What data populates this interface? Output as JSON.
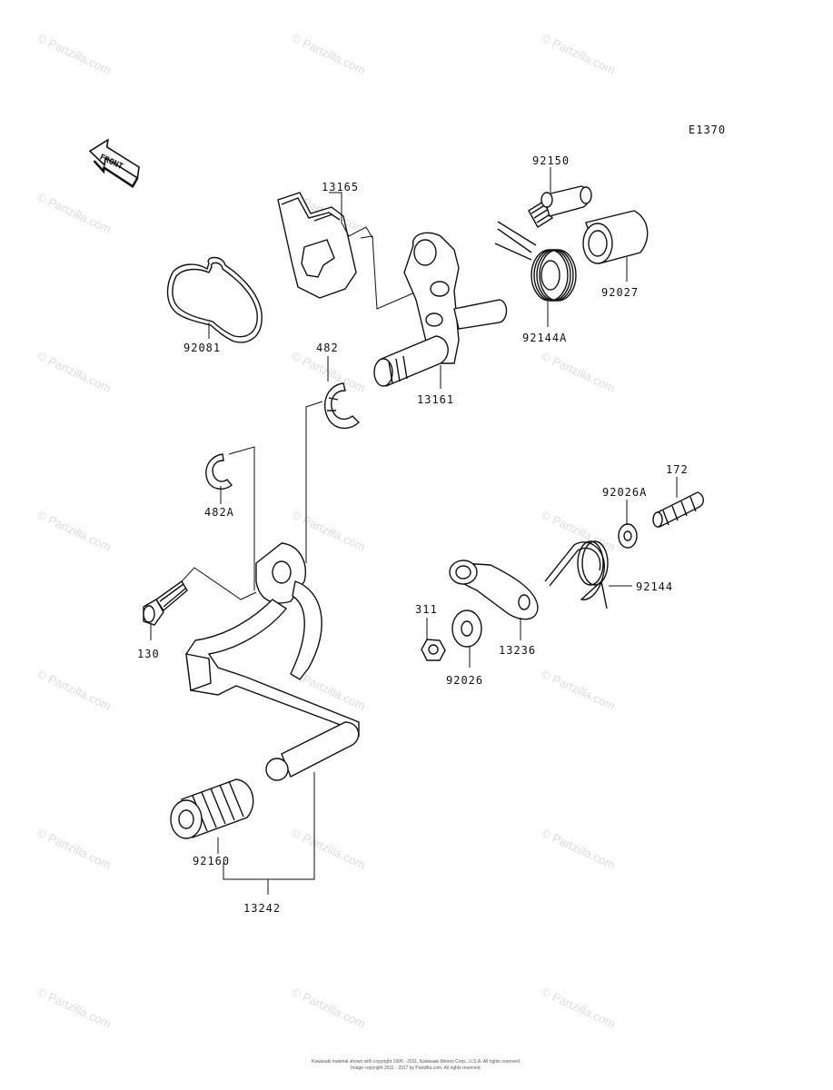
{
  "diagram_code": "E1370",
  "front_label": "FRONT",
  "watermark_text": "© Partzilla.com",
  "footer": {
    "line1": "Kawasaki material shown with copyright 1995 - 2011, Kawasaki Motors Corp., U.S.A. All rights reserved.",
    "line2": "Image copyright 2011 - 2017 by Partzilla.com. All rights reserved."
  },
  "parts": {
    "p13165": "13165",
    "p92150": "92150",
    "p92027": "92027",
    "p92081": "92081",
    "p482": "482",
    "p92144A": "92144A",
    "p13161": "13161",
    "p482A": "482A",
    "p172": "172",
    "p92026A": "92026A",
    "p92144": "92144",
    "p311": "311",
    "p13236": "13236",
    "p130": "130",
    "p92026": "92026",
    "p92160": "92160",
    "p13242": "13242"
  }
}
